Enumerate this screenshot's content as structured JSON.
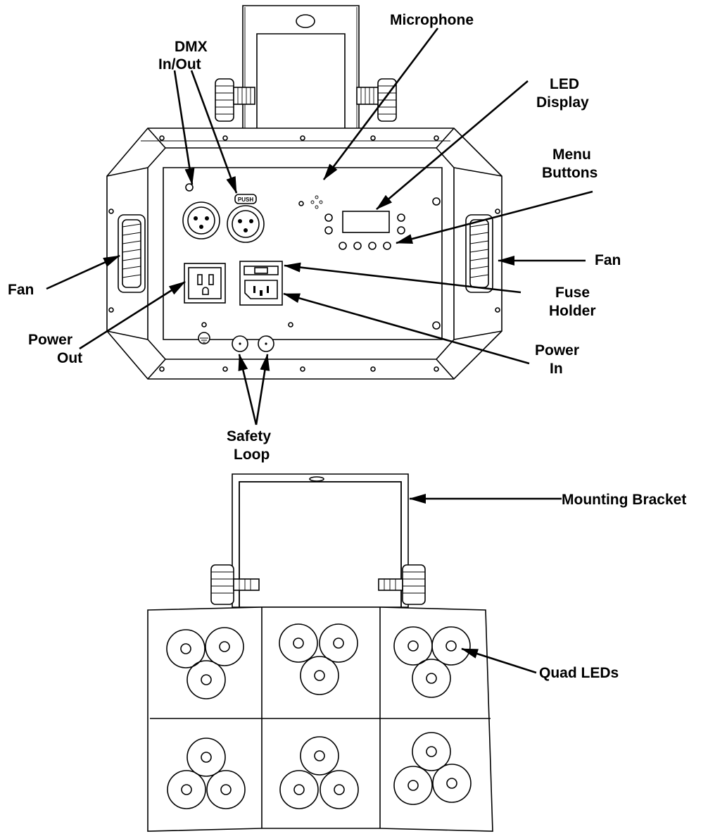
{
  "labels": {
    "microphone": "Microphone",
    "dmx_line1": "DMX",
    "dmx_line2": "In/Out",
    "led_display_line1": "LED",
    "led_display_line2": "Display",
    "menu_buttons_line1": "Menu",
    "menu_buttons_line2": "Buttons",
    "fan_left": "Fan",
    "fan_right": "Fan",
    "fuse_holder_line1": "Fuse",
    "fuse_holder_line2": "Holder",
    "power_out_line1": "Power",
    "power_out_line2": "Out",
    "power_in_line1": "Power",
    "power_in_line2": "In",
    "safety_loop_line1": "Safety",
    "safety_loop_line2": "Loop",
    "mounting_bracket": "Mounting Bracket",
    "quad_leds": "Quad LEDs"
  },
  "device": {
    "push_label": "PUSH"
  }
}
